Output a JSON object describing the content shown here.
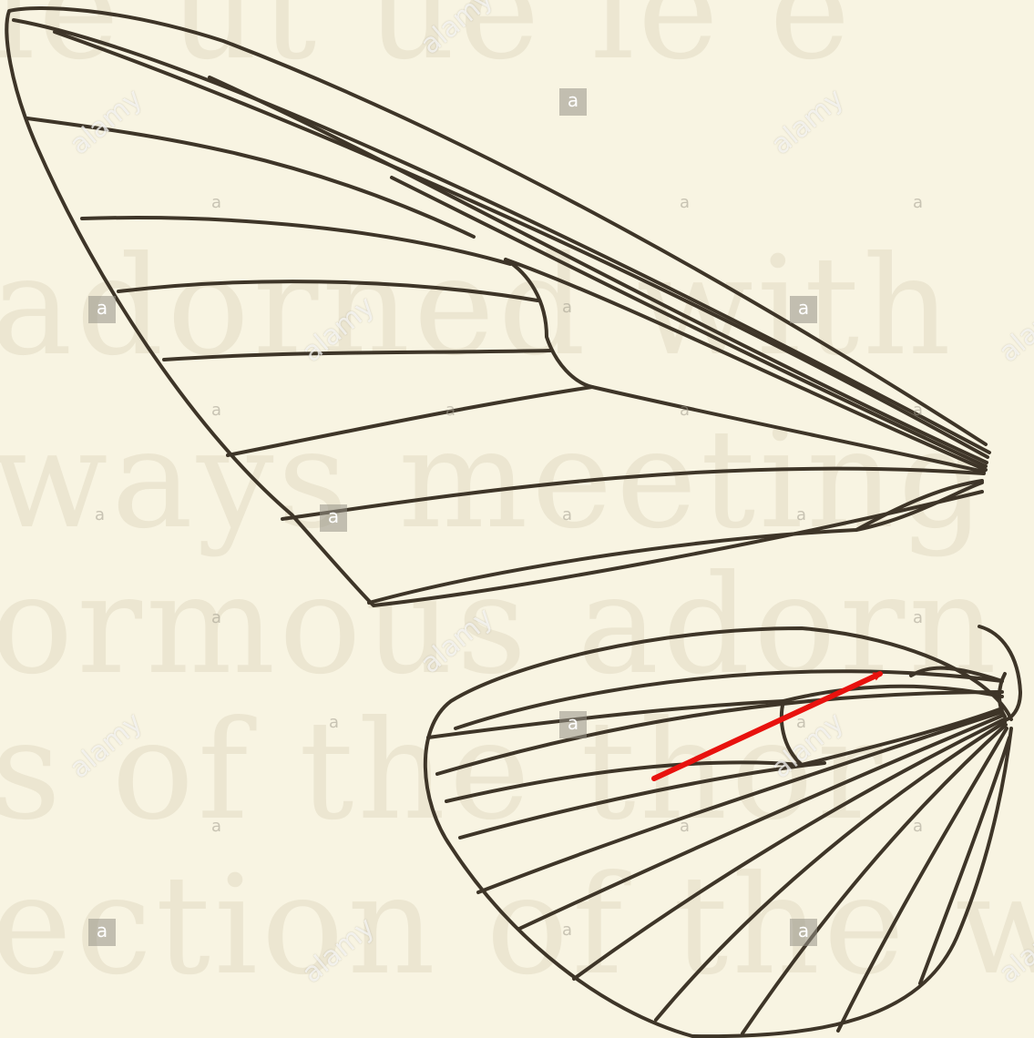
{
  "background_text_lines": [
    "ie   ut  ue  ie  e",
    "adorned  with",
    "ways  meeting",
    "ormous  adorn",
    "s of  the  thor",
    "ection  of  the  wing"
  ],
  "watermark": {
    "logo": "alamy",
    "box_letter": "a",
    "small_letter": "a"
  },
  "colors": {
    "paper": "#f8f4e2",
    "ink": "#3e3528",
    "arrow": "#e8120e",
    "watermark_box": "#969187"
  },
  "icons": {
    "arrow": "red-arrow-icon"
  }
}
